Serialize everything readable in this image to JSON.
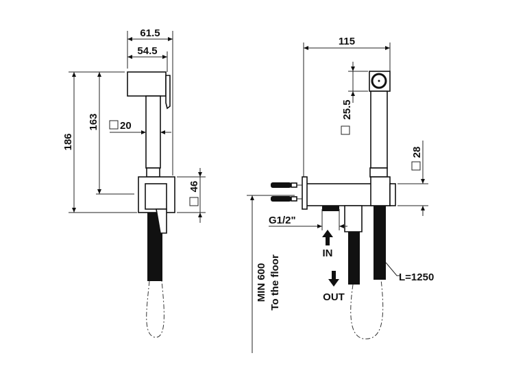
{
  "side_view": {
    "dim_total_width": "61.5",
    "dim_head_width": "54.5",
    "dim_total_height": "186",
    "dim_handle_height": "163",
    "dim_stem_square": "20",
    "dim_bracket_square": "46"
  },
  "front_view": {
    "dim_width": "115",
    "dim_head_square": "25.5",
    "dim_body_square": "28",
    "inlet_thread": "G1/2\"",
    "inlet_label": "IN",
    "outlet_label": "OUT",
    "hose_length": "L=1250",
    "min_height": "MIN 600",
    "min_height_note": "To the floor"
  },
  "colors": {
    "line": "#222222",
    "hose": "#111111"
  }
}
